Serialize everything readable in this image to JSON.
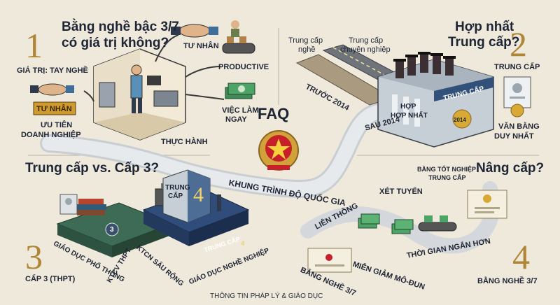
{
  "center": {
    "faq_label": "FAQ",
    "ribbon_text": "KHUNG TRÌNH ĐỘ QUỐC GIA",
    "footer": "THÔNG TIN PHÁP LÝ & GIÁO DỤC"
  },
  "q1": {
    "number": "1",
    "question_line1": "Bằng nghề bậc 3/7",
    "question_line2": "có giá trị không?",
    "value_label": "GIÁ TRỊ: TAY NGHỀ",
    "sign_label": "TƯ NHÂN",
    "priority_line1": "ƯU TIÊN",
    "priority_line2": "DOANH NGHIỆP",
    "private_label": "TƯ NHÂN",
    "productive_label": "PRODUCTIVE",
    "job_line1": "VIỆC LÀM",
    "job_line2": "NGAY",
    "practice_label": "THỰC HÀNH"
  },
  "q2": {
    "number": "2",
    "question_line1": "Hợp nhất",
    "question_line2": "Trung cấp?",
    "tc_nghe_line1": "Trung cấp",
    "tc_nghe_line2": "nghề",
    "tc_cn_line1": "Trung cấp",
    "tc_cn_line2": "chuyên nghiệp",
    "before_label": "TRƯỚC 2014",
    "after_label": "SAU 2014",
    "building_sign": "TRUNG CẤP",
    "merge_line1": "HỢP",
    "merge_line2": "HỢP NHẤT",
    "seal_text": "2014",
    "right_label": "TRUNG CẤP",
    "diploma_line1": "VĂN BẰNG",
    "diploma_line2": "DUY NHẤT"
  },
  "q3": {
    "number": "3",
    "question": "Trung cấp vs. Cấp 3?",
    "grade_label": "CẤP 3 (THPT)",
    "general_edu": "GIÁO DỤC PHỔ THÔNG",
    "ktcv": "KTCV THPT",
    "ktcn": "KTCN SÂU RỘNG",
    "vocational_edu": "GIÁO DỤC NGHỀ NGHIỆP",
    "tower_line1": "TRUNG",
    "tower_line2": "CẤP",
    "tower_number": "4",
    "platform_label": "TRUNG CẤP",
    "platform_number": "4",
    "stack_number": "3"
  },
  "q4": {
    "number": "4",
    "question": "Nâng cấp?",
    "cert_line1": "BẰNG TỐT NGHIỆP",
    "cert_line2": "TRUNG CẤP",
    "xet_tuyen": "XÉT TUYỂN",
    "lien_thong": "LIÊN THÔNG",
    "short_time": "THỜI GIAN NGẮN HƠN",
    "exemption": "MIỄN GIẢM MÔ-ĐUN",
    "diploma_bottom": "BẰNG NGHỀ 3/7",
    "right_label": "BẰNG NGHỀ 3/7"
  },
  "colors": {
    "background": "#efe9dc",
    "gold": "#b08535",
    "navy": "#1d2433",
    "red": "#c8202b",
    "ribbon": "#dfe3e6"
  }
}
